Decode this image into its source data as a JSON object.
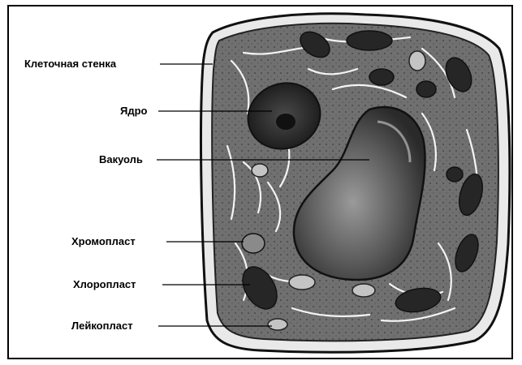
{
  "labels": [
    {
      "id": "cell-wall",
      "text": "Клеточная стенка"
    },
    {
      "id": "nucleus",
      "text": "Ядро"
    },
    {
      "id": "vacuole",
      "text": "Вакуоль"
    },
    {
      "id": "chromoplast",
      "text": "Хромопласт"
    },
    {
      "id": "chloroplast",
      "text": "Хлоропласт"
    },
    {
      "id": "leucoplast",
      "text": "Лейкопласт"
    }
  ],
  "colors": {
    "cytoplasm": "#6e6e6e",
    "cell_wall": "#f2f2f2",
    "vacuole": "#5a5a5a",
    "nucleus": "#2e2e2e",
    "organelle_dark": "#262626",
    "organelle_light": "#bdbdbd"
  }
}
